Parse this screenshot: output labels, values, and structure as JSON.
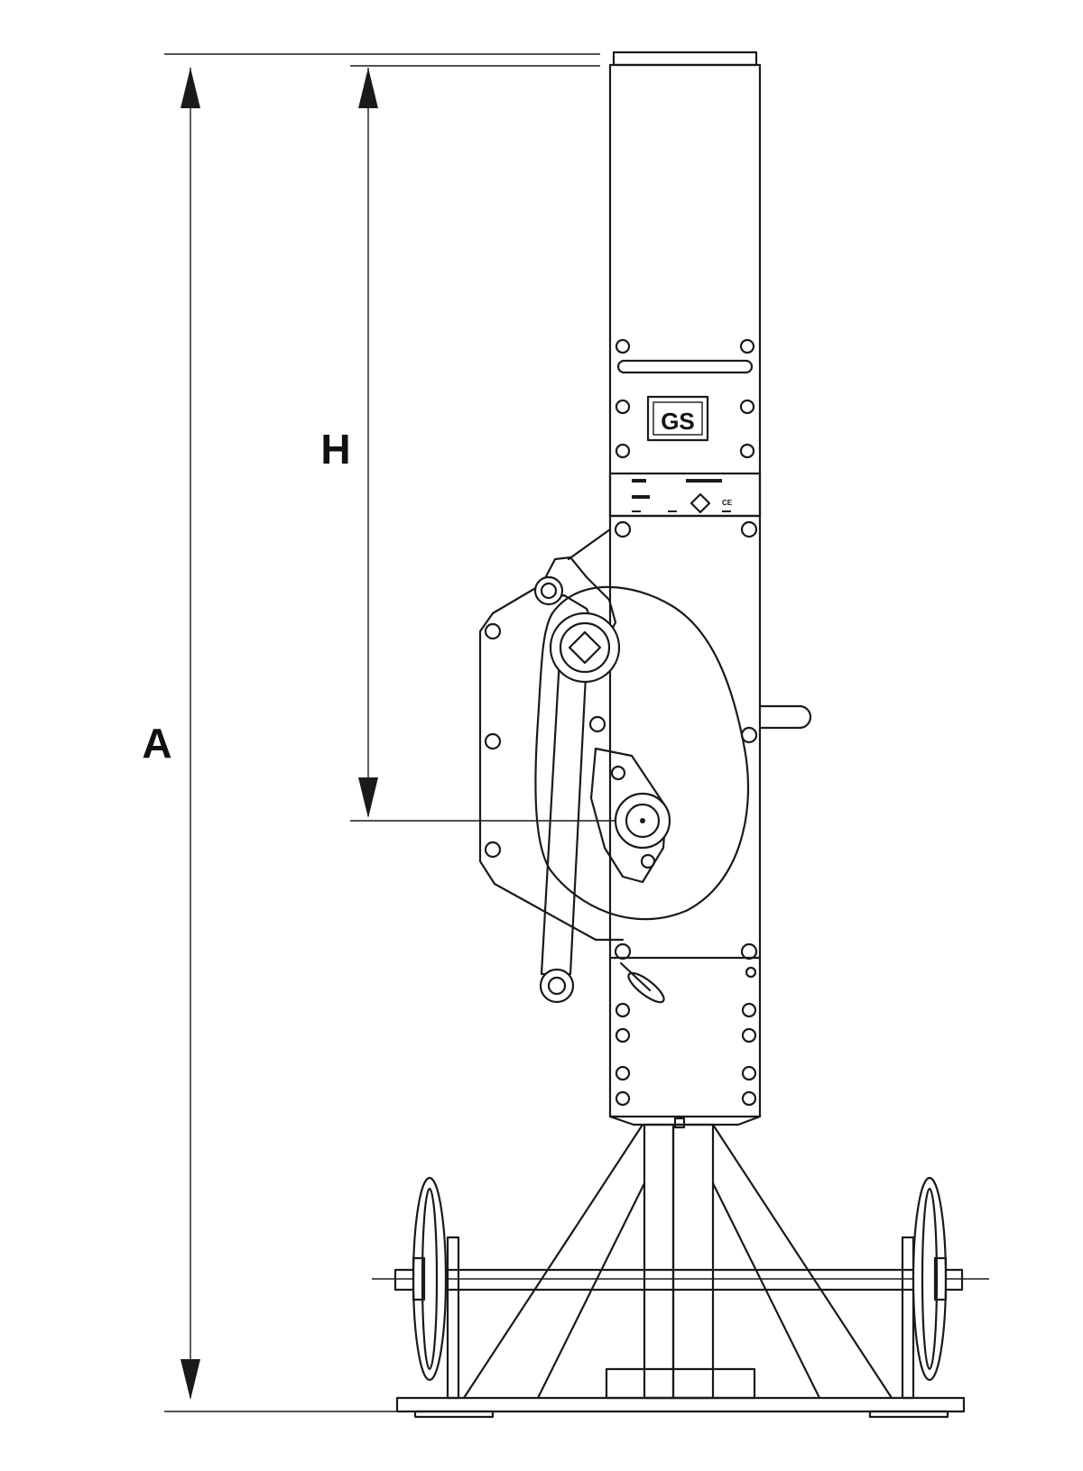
{
  "dimensions": {
    "overall_height_label": "A",
    "lift_height_label": "H"
  },
  "nameplate": {
    "logo_text": "GS",
    "marks": [
      "CE"
    ]
  },
  "colors": {
    "line": "#1a1a1a",
    "background": "#ffffff"
  }
}
